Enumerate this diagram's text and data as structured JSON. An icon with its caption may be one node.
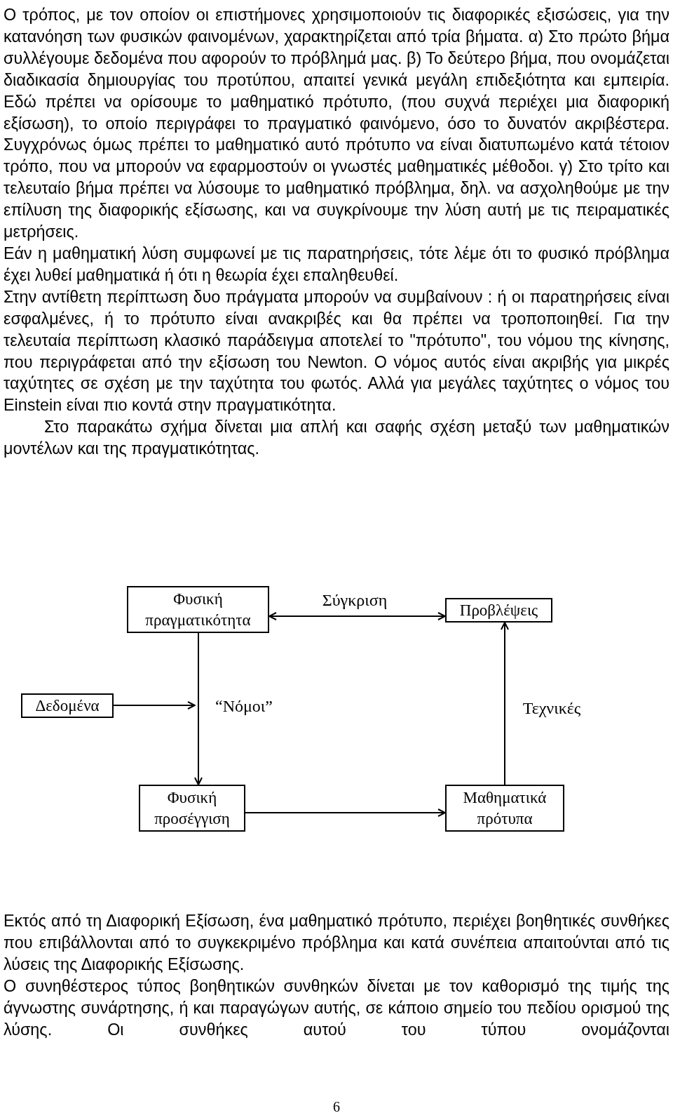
{
  "diagram": {
    "nodes": [
      {
        "text": [
          "Φυσική πραγματικότητα"
        ]
      },
      {
        "text": [
          "Προβλέψεις"
        ]
      },
      {
        "text": [
          "Δεδομένα"
        ]
      },
      {
        "text": [
          "Φυσική προσέγγιση"
        ]
      },
      {
        "text": [
          "Μαθηματικά πρότυπα"
        ]
      }
    ],
    "edges": [
      {
        "from": 0,
        "to": 1,
        "arrow": "both",
        "label": "Σύγκριση"
      },
      {
        "from": 2,
        "to": null,
        "arrow": "to"
      },
      {
        "from": 0,
        "to": 3,
        "arrow": "to",
        "label": "“Νόμοι”"
      },
      {
        "from": 3,
        "to": 4,
        "arrow": "to"
      },
      {
        "from": 4,
        "to": 1,
        "arrow": "to",
        "label": "Τεχνικές"
      }
    ],
    "labels": [
      "Ο τρόπος, με τον οποίον οι επιστήμονες χρησιμοποιούν τις διαφορικές εξισώσεις, για την κατανόηση των φυσικών φαινομένων, χαρακτηρίζεται από τρία βήματα. α) Στο πρώτο βήμα συλλέγουμε δεδομένα που αφορούν το πρόβλημά μας. β) Το δεύτερο βήμα, που ονομάζεται διαδικασία δημιουργίας του προτύπου, απαιτεί γενικά μεγάλη επιδεξιότητα και εμπειρία. Εδώ πρέπει να ορίσουμε το μαθηματικό πρότυπο, (που συχνά περιέχει μια διαφορική εξίσωση), το οποίο περιγράφει το πραγματικό φαινόμενο, όσο το δυνατόν ακριβέστερα. Συγχρόνως όμως πρέπει το μαθηματικό αυτό πρότυπο να είναι διατυπωμένο κατά τέτοιον τρόπο, που να μπορούν να εφαρμοστούν οι γνωστές μαθηματικές μέθοδοι. γ) Στο τρίτο και τελευταίο βήμα πρέπει να λύσουμε το μαθηματικό πρόβλημα, δηλ. να ασχοληθούμε με την επίλυση της διαφορικής εξίσωσης, και να συγκρίνουμε την λύση αυτή με τις πειραματικές μετρήσεις.",
      "Εάν η μαθηματική λύση συμφωνεί με τις παρατηρήσεις, τότε λέμε ότι το φυσικό πρόβλημα έχει λυθεί μαθηματικά ή ότι η θεωρία έχει επαληθευθεί.",
      "Στην αντίθετη περίπτωση δυο πράγματα μπορούν να συμβαίνουν : ή οι παρατηρήσεις είναι εσφαλμένες, ή το πρότυπο είναι ανακριβές και θα πρέπει να τροποποιηθεί. Για την τελευταία περίπτωση κλασικό παράδειγμα αποτελεί το \"πρότυπο\", του νόμου της κίνησης, που περιγράφεται από την εξίσωση του Newton. Ο νόμος αυτός είναι ακριβής για μικρές ταχύτητες σε σχέση με την ταχύτητα του φωτός. Αλλά για μεγάλες ταχύτητες ο νόμος του Einstein είναι πιο κοντά στην πραγματικότητα.",
      "Στο παρακάτω σχήμα δίνεται μια απλή και σαφής σχέση μεταξύ των μαθηματικών μοντέλων και της πραγματικότητας.",
      "Εκτός από τη Διαφορική Εξίσωση, ένα μαθηματικό πρότυπο, περιέχει βοηθητικές συνθήκες που επιβάλλονται από το συγκεκριμένο πρόβλημα και κατά συνέπεια απαιτούνται από τις λύσεις της Διαφορικής Εξίσωσης.",
      "Ο συνηθέστερος τύπος βοηθητικών συνθηκών δίνεται με τον καθορισμό της τιμής της άγνωστης συνάρτησης, ή και παραγώγων αυτής, σε κάποιο σημείο του πεδίου ορισμού της λύσης. Οι συνθήκες αυτού του τύπου ονομάζονται",
      "6"
    ]
  }
}
